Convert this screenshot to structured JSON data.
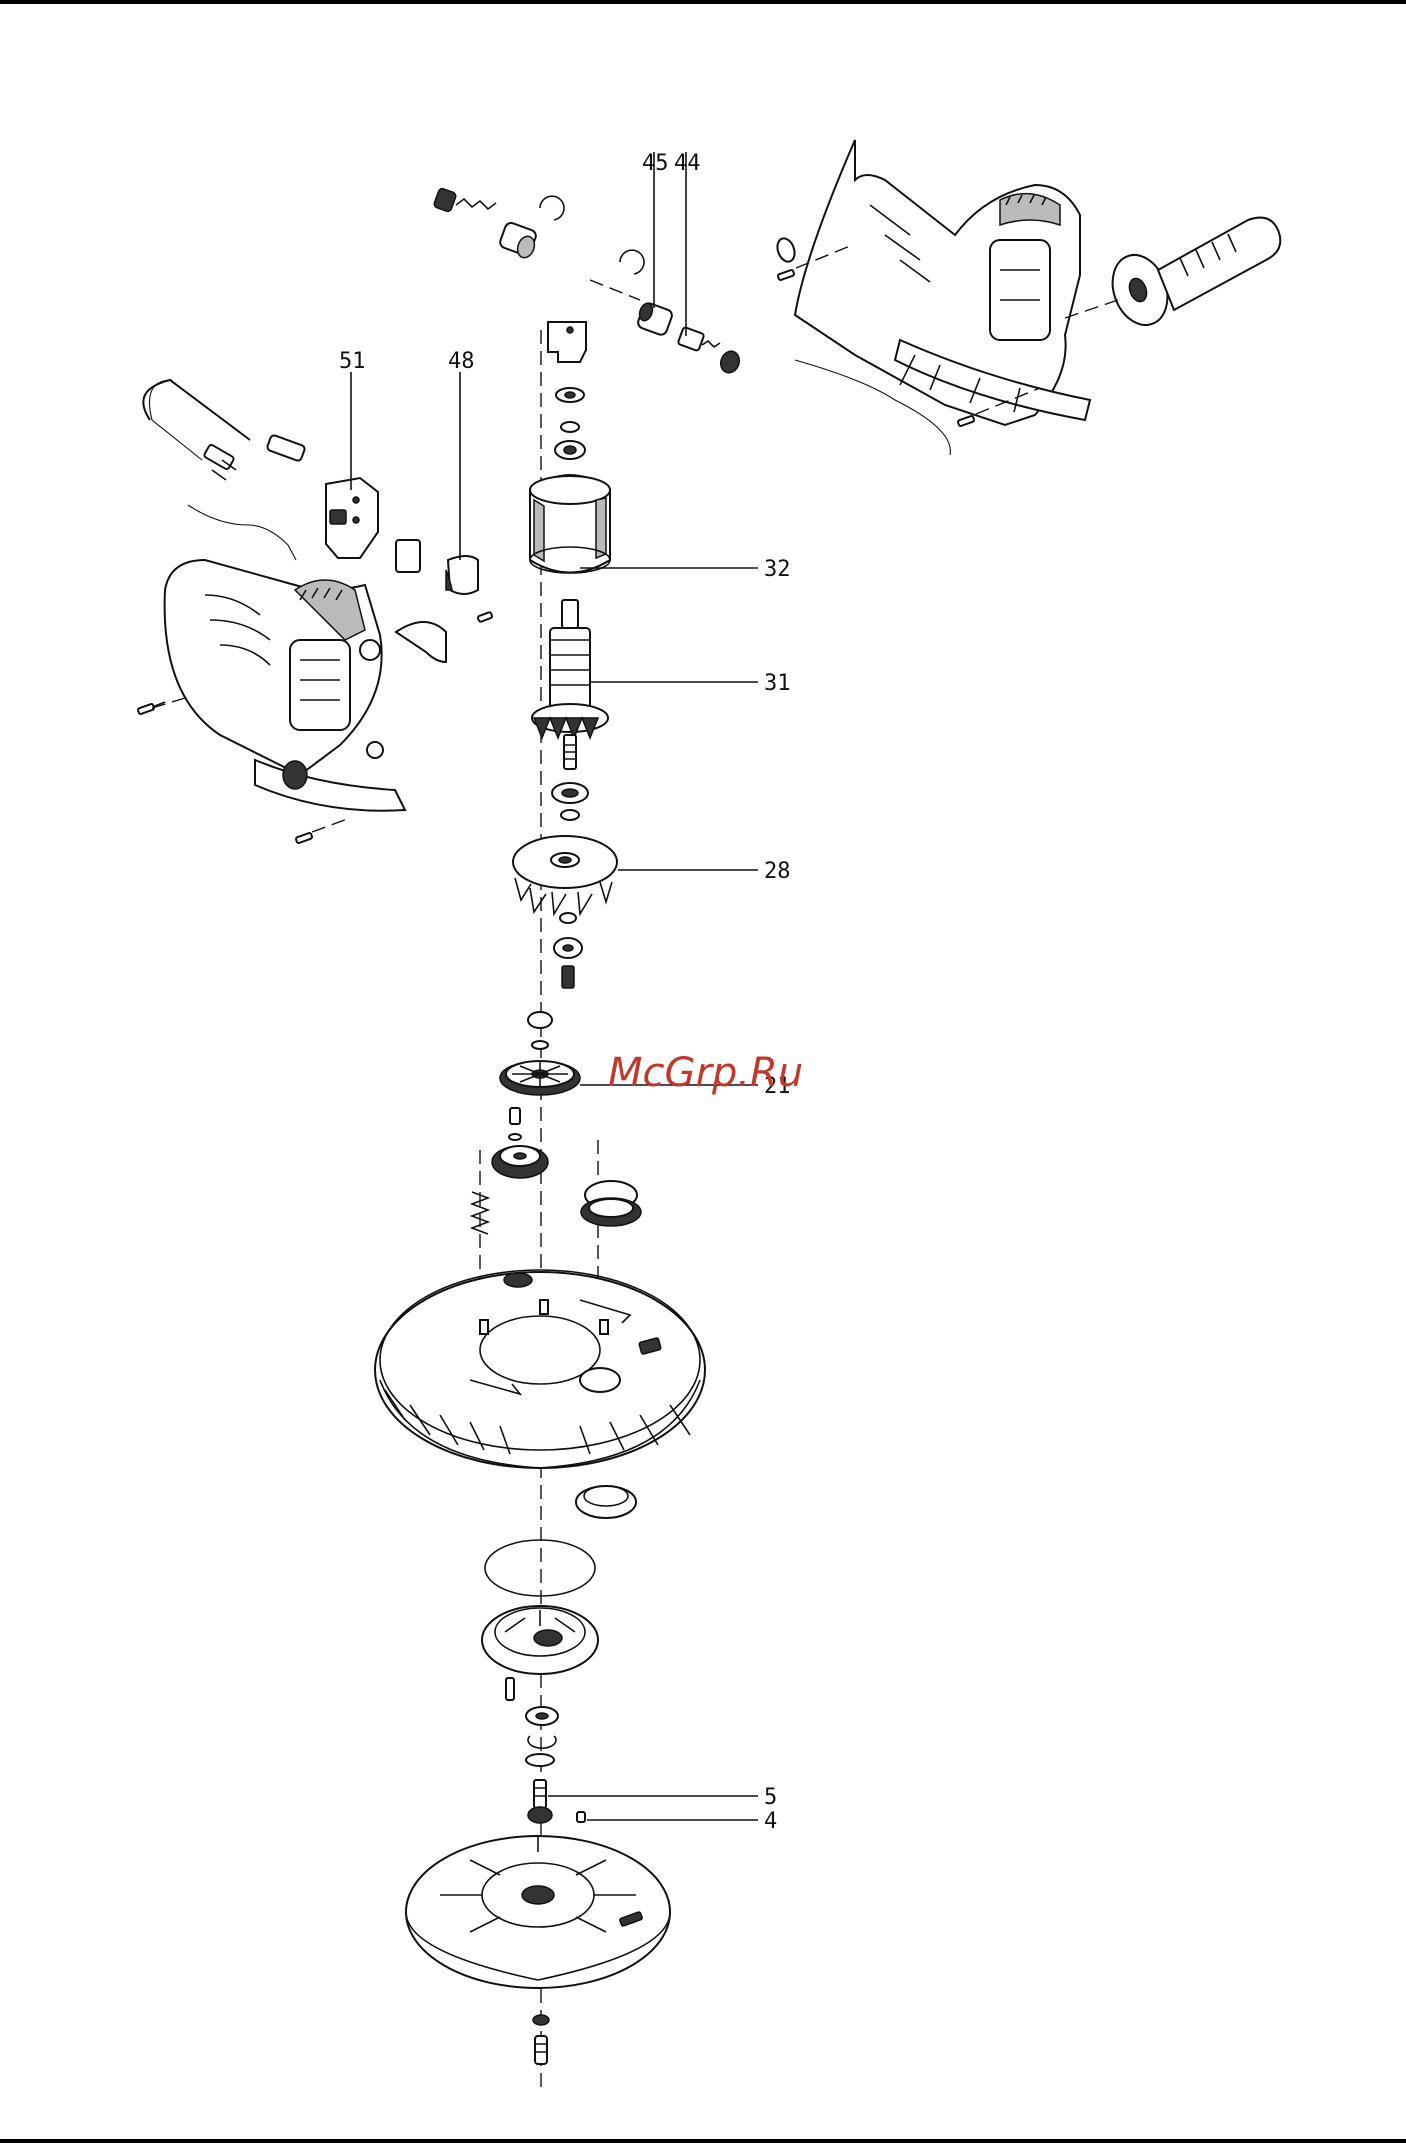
{
  "callouts": [
    {
      "id": "45",
      "label": "45"
    },
    {
      "id": "44",
      "label": "44"
    },
    {
      "id": "51",
      "label": "51"
    },
    {
      "id": "48",
      "label": "48"
    },
    {
      "id": "32",
      "label": "32"
    },
    {
      "id": "31",
      "label": "31"
    },
    {
      "id": "28",
      "label": "28"
    },
    {
      "id": "21",
      "label": "21"
    },
    {
      "id": "5",
      "label": "5"
    },
    {
      "id": "4",
      "label": "4"
    }
  ],
  "watermark": "McGrp.Ru",
  "colors": {
    "ink": "#111111",
    "watermark": "#c0392b",
    "background": "#ffffff"
  }
}
